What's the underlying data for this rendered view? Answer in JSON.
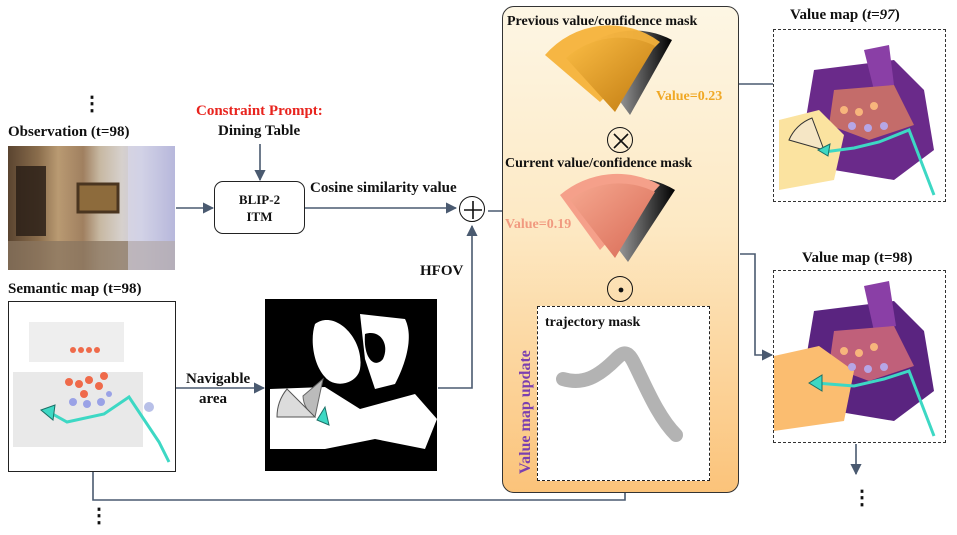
{
  "left": {
    "top_dots": "⋮",
    "observation_title": "Observation (t=98)",
    "semantic_title": "Semantic map (t=98)",
    "bottom_dots": "⋮"
  },
  "prompt": {
    "title": "Constraint Prompt:",
    "text": "Dining Table",
    "title_color": "#e8241e"
  },
  "blip": {
    "line1": "BLIP-2",
    "line2": "ITM"
  },
  "labels": {
    "cosine": "Cosine similarity value",
    "hfov": "HFOV",
    "navigable_line1": "Navigable",
    "navigable_line2": "area"
  },
  "panel": {
    "previous_title": "Previous value/confidence mask",
    "previous_value": "Value=0.23",
    "previous_value_color": "#f0a825",
    "current_title": "Current value/confidence mask",
    "current_value": "Value=0.19",
    "current_value_color": "#f19a80",
    "trajectory_title": "trajectory mask",
    "update_label": "Value map update",
    "update_color": "#7b3fb0"
  },
  "right": {
    "top_title_prefix": "Value map (",
    "top_title_var": "t=97",
    "top_title_suffix": ")",
    "mid_title": "Value map (t=98)",
    "bottom_dots": "⋮"
  },
  "colors": {
    "arrow": "#4a5a70",
    "panel_bg_top": "#fdf6e4",
    "panel_bg_bottom": "#fbc37a",
    "trajectory_line": "#3dd8c4"
  }
}
